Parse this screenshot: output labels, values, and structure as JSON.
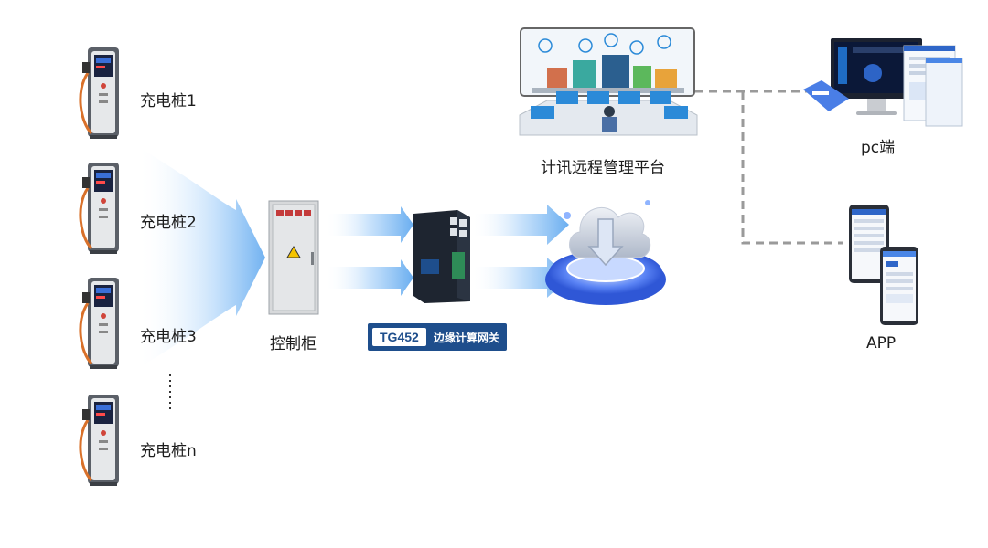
{
  "chargers": [
    {
      "label": "充电桩1"
    },
    {
      "label": "充电桩2"
    },
    {
      "label": "充电桩3"
    },
    {
      "label": "充电桩n"
    }
  ],
  "cabinet": {
    "label": "控制柜"
  },
  "gateway": {
    "model": "TG452",
    "desc": "边缘计算网关"
  },
  "platform": {
    "label": "计讯远程管理平台"
  },
  "pc": {
    "label": "pc端"
  },
  "app": {
    "label": "APP"
  },
  "colors": {
    "arrow_blue": "#6aaef0",
    "gateway_badge": "#1e4e8c",
    "dashed_line": "#9a9a9a",
    "charger_body": "#5b6068",
    "cable_orange": "#d9712a"
  }
}
